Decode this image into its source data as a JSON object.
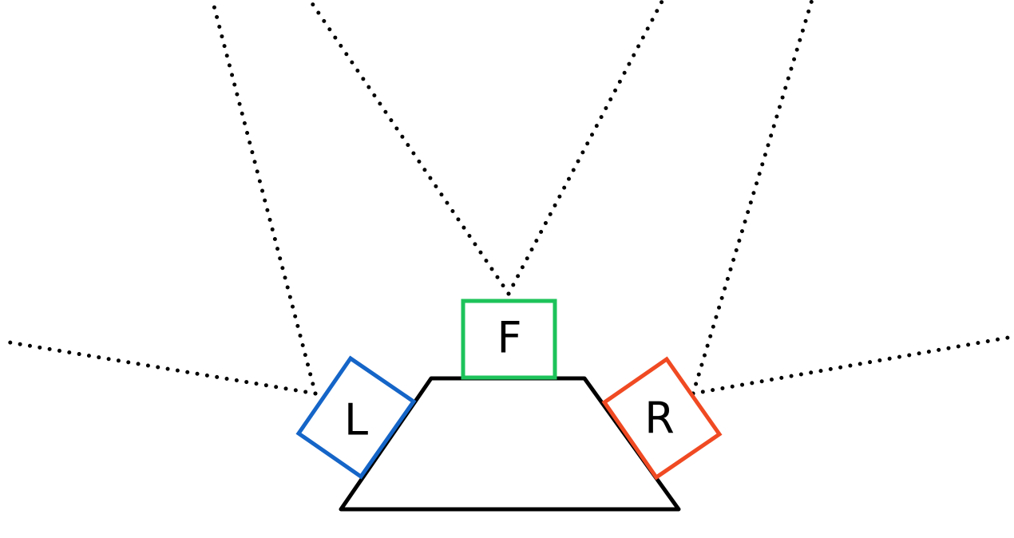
{
  "sensors": {
    "left": {
      "label": "L",
      "color": "#1565c8"
    },
    "front": {
      "label": "F",
      "color": "#1dc35a"
    },
    "right": {
      "label": "R",
      "color": "#f04a23"
    }
  },
  "base": {
    "color": "#000000"
  },
  "fov_lines": {
    "style": "dotted",
    "color": "#000000"
  }
}
